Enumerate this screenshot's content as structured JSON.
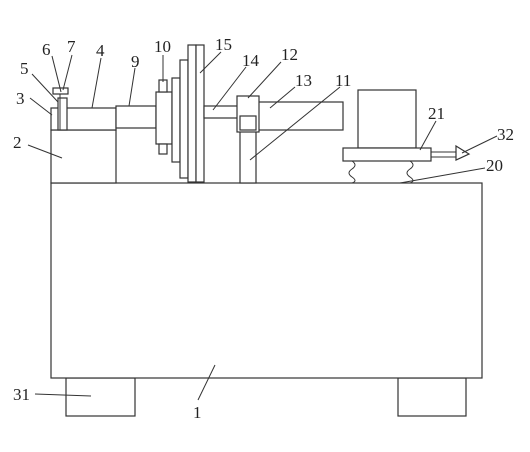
{
  "labels": {
    "l1": "1",
    "l2": "2",
    "l3": "3",
    "l4": "4",
    "l5": "5",
    "l6": "6",
    "l7": "7",
    "l9": "9",
    "l10": "10",
    "l11": "11",
    "l12": "12",
    "l13": "13",
    "l14": "14",
    "l15": "15",
    "l20": "20",
    "l21": "21",
    "l31": "31",
    "l32": "32"
  }
}
